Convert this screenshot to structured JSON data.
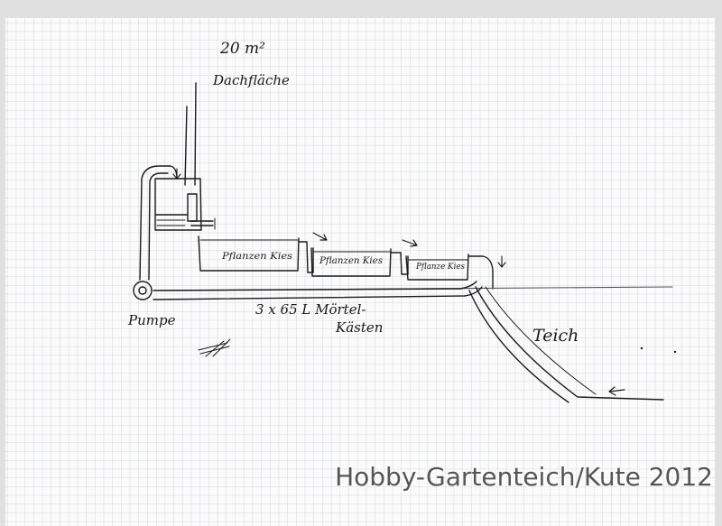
{
  "labels": {
    "roof_area": "20 m²",
    "roof_label": "Dachfläche",
    "tank_1": "Pflanzen Kies",
    "tank_2": "Pflanzen Kies",
    "tank_3": "Pflanze Kies",
    "tanks_caption_1": "3 x 65 L Mörtel-",
    "tanks_caption_2": "Kästen",
    "pump": "Pumpe",
    "pond": "Teich"
  },
  "watermark": "Hobby-Gartenteich/Kute 2012",
  "colors": {
    "paper": "#fbfbfb",
    "grid": "#c9ccd2",
    "ink": "#1a1a1a",
    "water_line": "#555555"
  },
  "icons": {
    "flow_arrow": "arrow-right-icon",
    "pond_arrow": "arrow-left-icon"
  }
}
